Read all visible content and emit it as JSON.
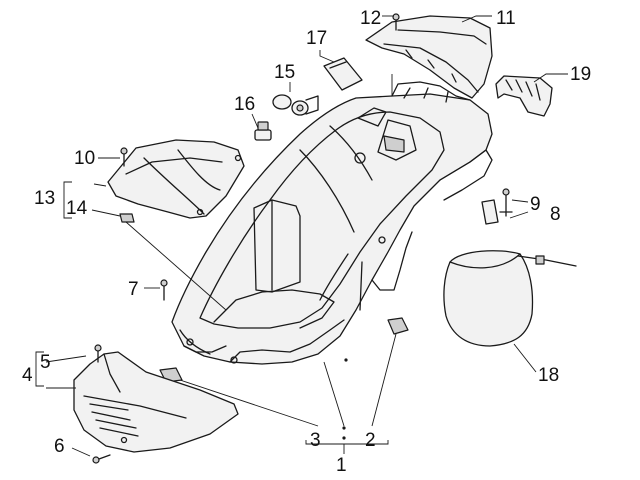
{
  "diagram": {
    "callouts": [
      "1",
      "2",
      "3",
      "4",
      "5",
      "6",
      "7",
      "8",
      "9",
      "10",
      "11",
      "12",
      "13",
      "14",
      "15",
      "16",
      "17",
      "18",
      "19"
    ]
  },
  "colors": {
    "line": "#1a1a1a",
    "fill": "#f2f2f2",
    "shade": "#cfcfcf",
    "background": "#ffffff"
  }
}
